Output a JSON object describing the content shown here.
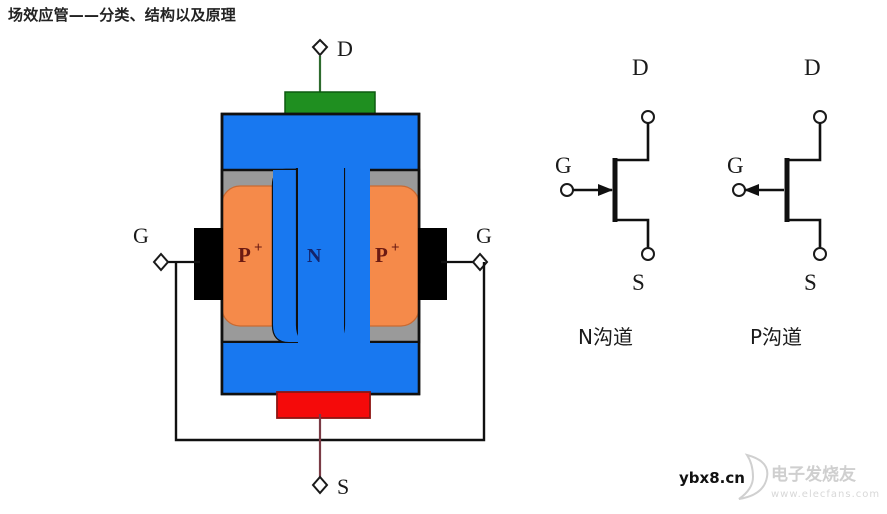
{
  "page": {
    "title": "场效应管——分类、结构以及原理",
    "background_color": "#ffffff"
  },
  "colors": {
    "n_channel_blue": "#1878f0",
    "p_plus_orange": "#f58a4a",
    "depletion_gray": "#9a9a9a",
    "drain_contact_green": "#1f8f20",
    "source_contact_red": "#f50a0a",
    "gate_contact_black": "#000000",
    "outline_black": "#101010",
    "p_label_red": "#6b1a12",
    "n_label_blue": "#14246b"
  },
  "cross_section": {
    "name": "jfet-cross-section",
    "terminals": {
      "drain": "D",
      "source": "S",
      "gate_left": "G",
      "gate_right": "G"
    },
    "regions": {
      "substrate": "N",
      "gate_region_left": "P",
      "gate_region_left_sup": "+",
      "gate_region_right": "P",
      "gate_region_right_sup": "+"
    }
  },
  "symbols": [
    {
      "name": "n-channel-jfet-symbol",
      "caption": "N沟道",
      "drain": "D",
      "source": "S",
      "gate": "G",
      "arrow_direction": "in"
    },
    {
      "name": "p-channel-jfet-symbol",
      "caption": "P沟道",
      "drain": "D",
      "source": "S",
      "gate": "G",
      "arrow_direction": "out"
    }
  ],
  "watermark": {
    "domain": "ybx8.cn",
    "brand_cn": "电子发烧友",
    "url": "www.elecfans.com"
  }
}
